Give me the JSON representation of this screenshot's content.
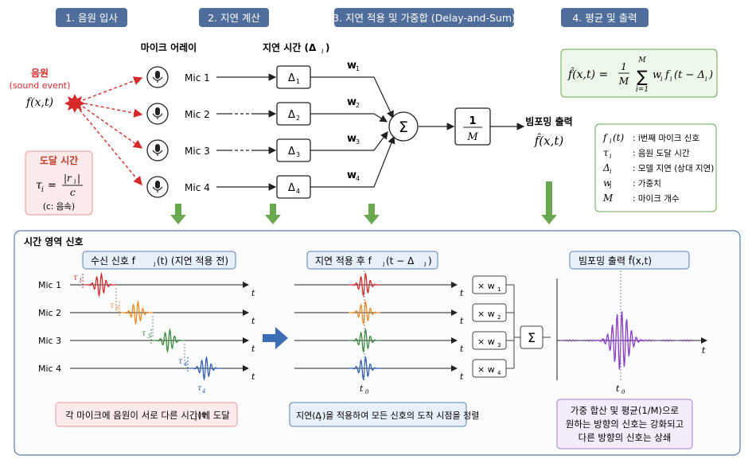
{
  "steps": {
    "s1": "1. 음원 입사",
    "s2": "2. 지연 계산",
    "s3": "3. 지연 적용 및 가중합 (Delay-and-Sum)",
    "s4": "4. 평균 및 출력"
  },
  "source": {
    "label": "음원",
    "sub": "(sound event)",
    "func": "f(x,t)"
  },
  "array_label": "마이크 어레이",
  "delay_label": "지연 시간 (Δ",
  "delay_label_sub": "i",
  "delay_label_end": ")",
  "mics": [
    "Mic 1",
    "Mic 2",
    "Mic 3",
    "Mic 4"
  ],
  "deltas": [
    "Δ",
    "Δ",
    "Δ",
    "Δ"
  ],
  "delta_subs": [
    "1",
    "2",
    "3",
    "4"
  ],
  "weights": [
    "w",
    "w",
    "w",
    "w"
  ],
  "weight_subs": [
    "1",
    "2",
    "3",
    "4"
  ],
  "sum_symbol": "Σ",
  "avg": {
    "num": "1",
    "den": "M"
  },
  "output": {
    "label": "빔포밍 출력",
    "func": "f̂(x,t)"
  },
  "arrival": {
    "title": "도달 시간",
    "lhs": "τ",
    "lhs_sub": "i",
    "num": "|r",
    "num_sub": "i",
    "num_end": "|",
    "den": "c",
    "note": "(c: 음속)"
  },
  "formula": {
    "lhs": "f̂(x,t) =",
    "frac_num": "1",
    "frac_den": "M",
    "sum_top": "M",
    "sum_bot": "i=1",
    "rest": "w",
    "rest_sub": "i",
    "rest2": "f",
    "rest2_sub": "i",
    "rest3": "(t − Δ",
    "rest3_sub": "i",
    "rest3_end": ")"
  },
  "legend": [
    {
      "sym": "f",
      "sub": "i",
      "sym_end": "(t)",
      "desc": ": i번째 마이크 신호"
    },
    {
      "sym": "τ",
      "sub": "i",
      "sym_end": "",
      "desc": ": 음원 도달 시간"
    },
    {
      "sym": "Δ",
      "sub": "i",
      "sym_end": "",
      "desc": ": 모델 지연 (상대 지연)"
    },
    {
      "sym": "w",
      "sub": "i",
      "sym_end": "",
      "desc": ": 가중치"
    },
    {
      "sym": "M",
      "sub": "",
      "sym_end": "",
      "desc": ": 마이크 개수"
    }
  ],
  "time_domain": {
    "title": "시간 영역 신호",
    "panel1_title": "수신 신호  f",
    "panel1_sub": "i",
    "panel1_end": "(t) (지연 적용 전)",
    "panel2_title": "지연 적용 후  f",
    "panel2_sub": "i",
    "panel2_end": "(t − Δ",
    "panel2_sub2": "i",
    "panel2_end2": ")",
    "panel3_title": "빔포밍 출력  f̂(x,t)",
    "t": "t",
    "t0": "t",
    "t0_sub": "0",
    "tau": "τ",
    "tau_subs": [
      "1",
      "2",
      "3",
      "4"
    ],
    "mult": "× w",
    "note1_a": "각 마이크에 음원이 서로 다른 시간(τ",
    "note1_sub": "i",
    "note1_b": ")에 도달",
    "note2_a": "지연(Δ",
    "note2_sub": "i",
    "note2_b": ")을 적용하여 모든 신호의 도착 시점을 정렬",
    "note3": [
      "가중 합산 및 평균(1/M)으로",
      "원하는 방향의 신호는 강화되고",
      "다른 방향의 신호는 상쇄"
    ]
  },
  "colors": {
    "step_bg": "#4f6e9b",
    "sig1": "#d62a2a",
    "sig2": "#ef8a1e",
    "sig3": "#3c8b3c",
    "sig4": "#2f5fb0",
    "sig_out": "#8a3cc8",
    "arrow_green": "#6aa84f",
    "red_box": "#fdeaea",
    "green_box": "#eef8ea",
    "blue_box": "#e8f0fb",
    "purple_box": "#f4ecfb"
  }
}
